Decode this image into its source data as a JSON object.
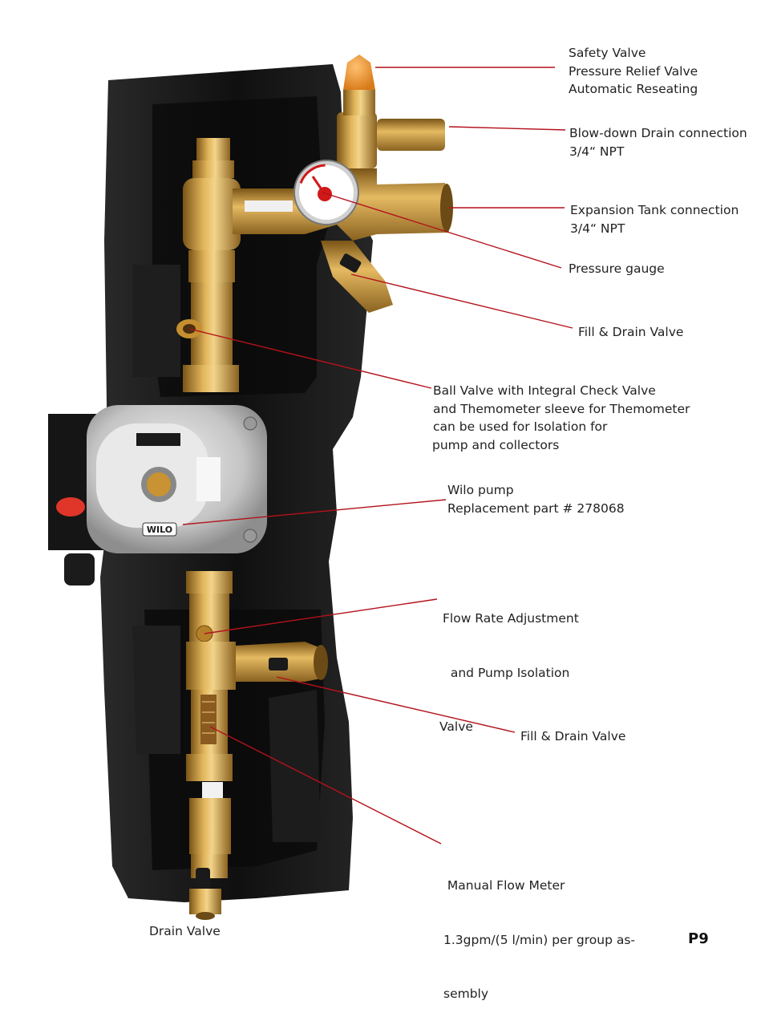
{
  "labels": {
    "safety_valve": [
      "Safety Valve",
      "Pressure Relief Valve",
      "Automatic Reseating"
    ],
    "blowdown": [
      "Blow-down Drain connection",
      "3/4“ NPT"
    ],
    "expansion": [
      "Expansion Tank connection",
      "3/4“ NPT"
    ],
    "pressure_gauge": [
      "Pressure gauge"
    ],
    "fill_drain_top": [
      "Fill & Drain Valve"
    ],
    "ball_valve": [
      "Ball Valve with Integral Check Valve",
      "and Themometer sleeve for Themometer",
      "can be used for Isolation for",
      "pump and collectors"
    ],
    "wilo": [
      "Wilo pump",
      "Replacement part # 278068"
    ],
    "flow_rate": [
      "Flow Rate Adjustment",
      "  and Pump Isolation",
      "Valve"
    ],
    "fill_drain_bottom": [
      "Fill & Drain Valve"
    ],
    "flow_meter": [
      " Manual Flow Meter",
      "1.3gpm/(5 l/min) per group as-",
      "sembly"
    ],
    "drain_valve": [
      "Drain Valve"
    ]
  },
  "pump_brand": "WILO",
  "page_number": "P9",
  "colors": {
    "leader_line": "#b3121b",
    "brass": "#c8962e",
    "insulation": "#151515",
    "safety_cap": "#e8922a",
    "pump_body": "#c9c9c9"
  }
}
